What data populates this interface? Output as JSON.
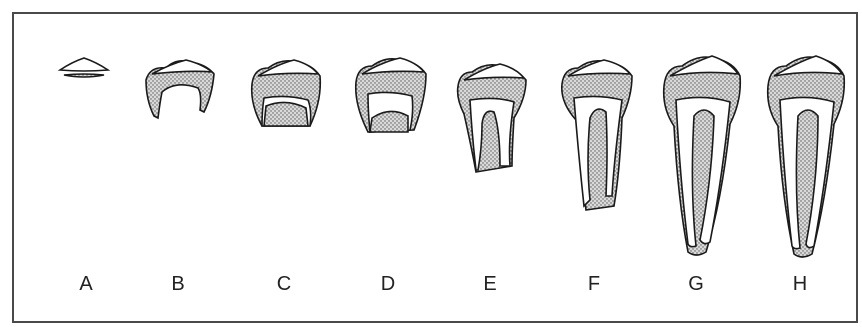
{
  "stages": [
    {
      "label": "A"
    },
    {
      "label": "B"
    },
    {
      "label": "C"
    },
    {
      "label": "D"
    },
    {
      "label": "E"
    },
    {
      "label": "F"
    },
    {
      "label": "G"
    },
    {
      "label": "H"
    }
  ],
  "colors": {
    "outline": "#1a1a1a",
    "dentin_stipple": "#9a9a9a",
    "frame": "#4a4a4a"
  }
}
